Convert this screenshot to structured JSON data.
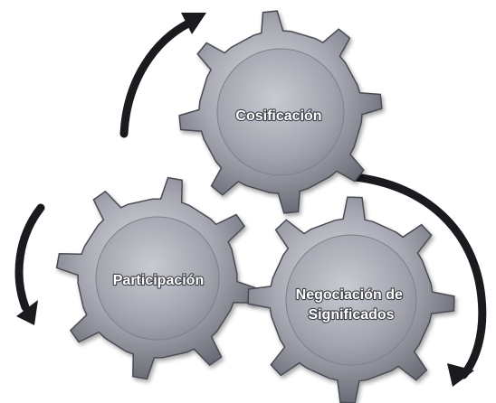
{
  "gears": [
    {
      "id": "cosificacion",
      "lines": [
        "Cosificación"
      ]
    },
    {
      "id": "participacion",
      "lines": [
        "Participación"
      ]
    },
    {
      "id": "negociacion",
      "lines": [
        "Negociación de",
        "Significados"
      ]
    }
  ],
  "colors": {
    "gear_light": "#dfe0e6",
    "gear_mid": "#a7a8b2",
    "gear_dark": "#6a6c76",
    "gear_edge": "#4a4c55",
    "arrow": "#1b1b1f",
    "label_text": "#ffffff",
    "label_outline": "#3e4048"
  },
  "arrows": [
    {
      "id": "arrow-top-left",
      "icon": "curved-arrow-icon"
    },
    {
      "id": "arrow-left",
      "icon": "curved-arrow-icon"
    },
    {
      "id": "arrow-right",
      "icon": "curved-arrow-icon"
    }
  ]
}
